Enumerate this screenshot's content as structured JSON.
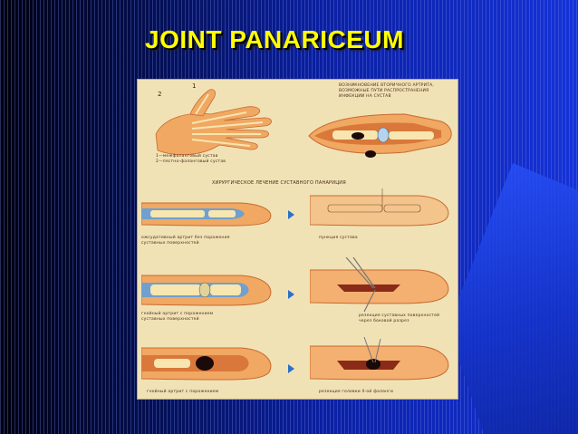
{
  "slide": {
    "title": "JOINT PANARICEUM"
  },
  "plate": {
    "hand_labels": [
      "1—межфаланговый сустав",
      "2—пястно-фаланговый сустав"
    ],
    "top_right_caption": [
      "ВОЗНИКНОВЕНИЕ ВТОРИЧНОГО АРТРИТА,",
      "ВОЗМОЖНЫЕ ПУТИ РАСПРОСТРАНЕНИЯ",
      "ИНФЕКЦИИ НА СУСТАВ"
    ],
    "section_header": "ХИРУРГИЧЕСКОЕ ЛЕЧЕНИЕ СУСТАВНОГО ПАНАРИЦИЯ",
    "row1_left": [
      "ожсудативный артрит без поражения",
      "суставных поверхностей"
    ],
    "row1_right": "пункция сустава",
    "row2_left": [
      "гнойный артрит с поражением",
      "суставных поверхностей"
    ],
    "row2_right": [
      "резекция суставных поверхностей",
      "через боковой разрез"
    ],
    "row3_left": "гнойный артрит с поражением",
    "row3_right": "резекция головки II-ой фаланги",
    "hand_numbers": [
      "2",
      "1"
    ]
  },
  "colors": {
    "title": "#ffff00",
    "skin": "#f0a862",
    "skin_dark": "#d9783a",
    "bone": "#f7e6b0",
    "plate_bg": "#f1e2b6",
    "arrow": "#2c6fc7"
  }
}
